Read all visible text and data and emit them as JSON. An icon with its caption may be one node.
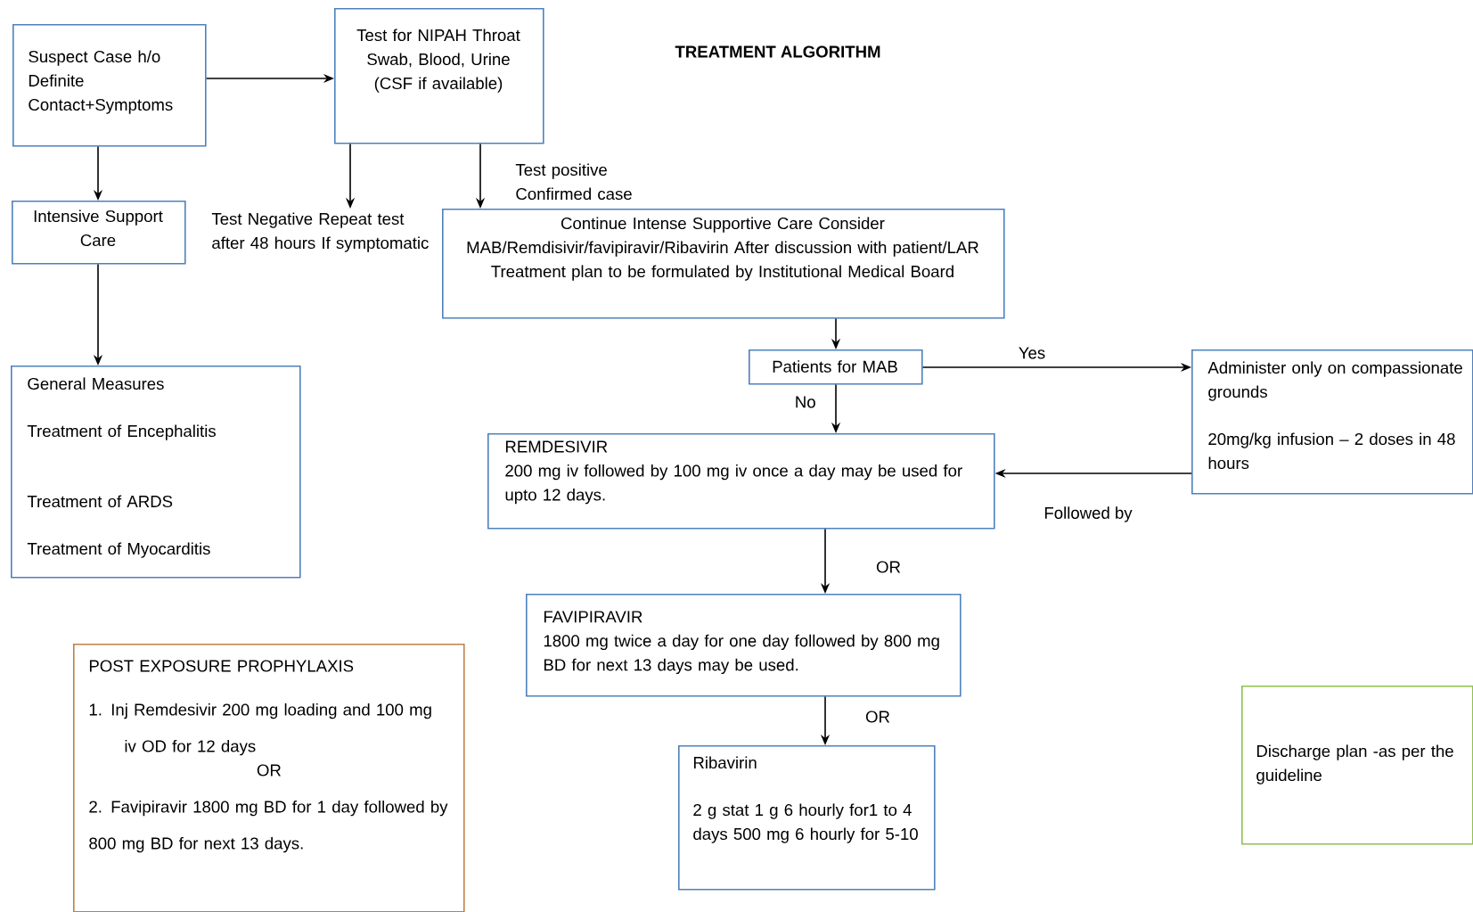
{
  "diagram": {
    "title": "TREATMENT ALGORITHM",
    "nodes": [
      {
        "text": [
          "Suspect Case h/o Definite Contact+Symptoms"
        ]
      },
      {
        "text": [
          "Test for NIPAH Throat Swab, Blood, Urine (CSF if available)"
        ]
      },
      {
        "text": [
          "Intensive Support Care"
        ]
      },
      {
        "text": [
          "Test Negative Repeat test after 48 hours If symptomatic"
        ]
      },
      {
        "text": [
          "Continue Intense Supportive Care Consider MAB/Remdisivir/favipiravir/Ribavirin After discussion with patient/LAR Treatment plan to be formulated by Institutional Medical Board"
        ]
      },
      {
        "text": [
          "General Measures",
          "Treatment of Encephalitis",
          "Treatment of ARDS",
          "Treatment of Myocarditis"
        ]
      },
      {
        "text": [
          "Patients for MAB"
        ]
      },
      {
        "text": [
          "Administer only on compassionate grounds",
          "20mg/kg infusion – 2 doses in 48 hours"
        ]
      },
      {
        "text": [
          "REMDESIVIR",
          "200 mg iv followed by 100 mg iv once a day may be used for upto 12 days."
        ]
      },
      {
        "text": [
          "FAVIPIRAVIR",
          "1800 mg twice a day for one day followed by 800 mg BD for next 13 days may be used."
        ]
      },
      {
        "text": [
          "Ribavirin",
          "2 g stat 1 g 6 hourly for1 to 4 days 500 mg 6 hourly for 5-10"
        ]
      },
      {
        "text": [
          "POST EXPOSURE PROPHYLAXIS",
          "1. Inj Remdesivir 200 mg loading and 100 mg iv OD for 12 days",
          "OR",
          "2. Favipiravir 1800 mg BD for 1 day followed by 800 mg BD for next 13 days."
        ]
      },
      {
        "text": [
          "Discharge plan -as per the guideline"
        ]
      }
    ],
    "edges": [
      {
        "from": 0,
        "to": 1,
        "arrow": "to"
      },
      {
        "from": 0,
        "to": 2,
        "arrow": "to"
      },
      {
        "from": 1,
        "to": 3,
        "arrow": "to"
      },
      {
        "from": 1,
        "to": 4,
        "arrow": "to",
        "label": "Test positive Confirmed case"
      },
      {
        "from": 2,
        "to": 5,
        "arrow": "to"
      },
      {
        "from": 4,
        "to": 6,
        "arrow": "to"
      },
      {
        "from": 6,
        "to": 7,
        "arrow": "to",
        "label": "Yes"
      },
      {
        "from": 6,
        "to": 8,
        "arrow": "to",
        "label": "No"
      },
      {
        "from": 7,
        "to": 8,
        "arrow": "to",
        "label": "Followed by"
      },
      {
        "from": 8,
        "to": 9,
        "arrow": "to",
        "label": "OR"
      },
      {
        "from": 9,
        "to": 10,
        "arrow": "to",
        "label": "OR"
      }
    ]
  }
}
